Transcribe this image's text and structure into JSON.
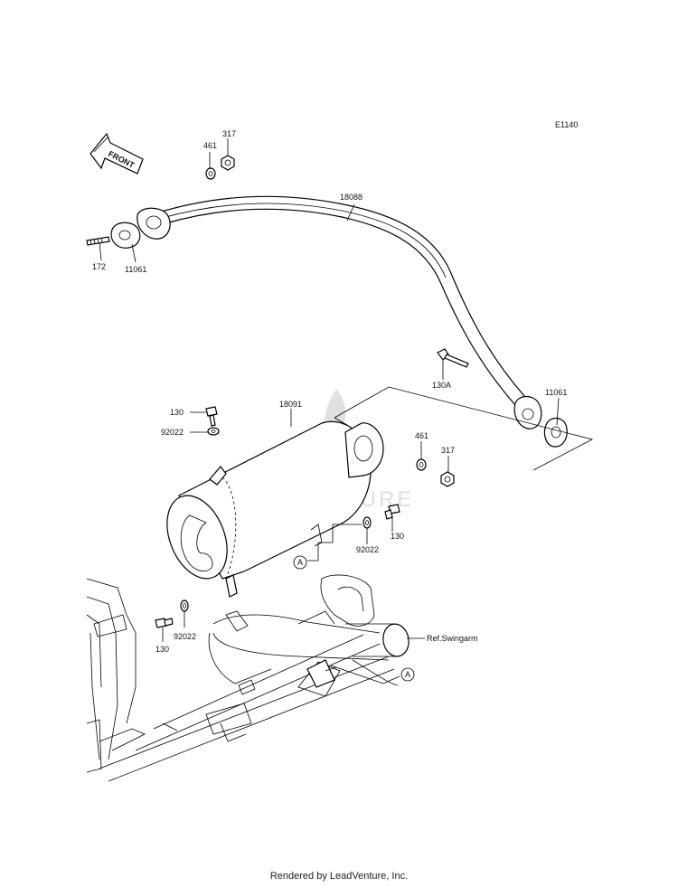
{
  "diagram_code": "E1140",
  "front_label": "FRONT",
  "watermark": "LEADVENTURE",
  "labels": {
    "p317_top": "317",
    "p461_top": "461",
    "p18088": "18088",
    "p172": "172",
    "p11061_left": "11061",
    "p130A": "130A",
    "p11061_right": "11061",
    "p130_top": "130",
    "p18091": "18091",
    "p92022_top": "92022",
    "p461_right": "461",
    "p317_right": "317",
    "p130_mid": "130",
    "p92022_mid": "92022",
    "ref_a_upper": "A",
    "p130_low": "130",
    "p92022_low": "92022",
    "ref_swingarm": "Ref.Swingarm",
    "ref_a_lower": "A"
  },
  "footer": "Rendered by LeadVenture, Inc."
}
